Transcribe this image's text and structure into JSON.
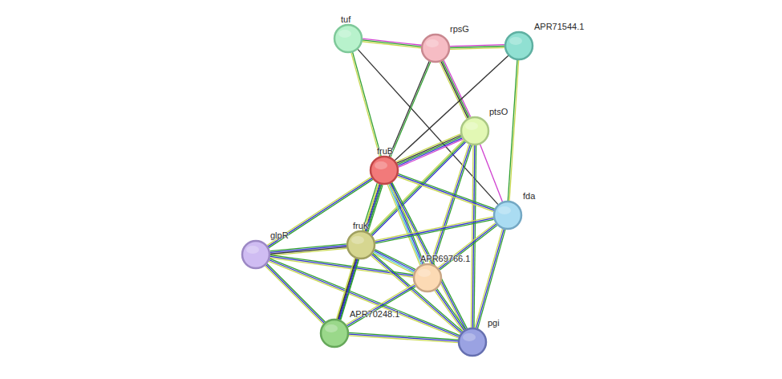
{
  "diagram": {
    "nodes": [
      {
        "text": [
          "tuf"
        ]
      },
      {
        "text": [
          "rpsG"
        ]
      },
      {
        "text": [
          "APR71544.1"
        ]
      },
      {
        "text": [
          "ptsO"
        ]
      },
      {
        "text": [
          "fruB"
        ]
      },
      {
        "text": [
          "fda"
        ]
      },
      {
        "text": [
          "fruK"
        ]
      },
      {
        "text": [
          "glpR"
        ]
      },
      {
        "text": [
          "APR69766.1"
        ]
      },
      {
        "text": [
          "APR70248.1"
        ]
      },
      {
        "text": [
          "pgi"
        ]
      }
    ],
    "edges": [
      {
        "from": 0,
        "to": 1,
        "arrow": "none"
      },
      {
        "from": 0,
        "to": 4,
        "arrow": "none"
      },
      {
        "from": 0,
        "to": 5,
        "arrow": "none"
      },
      {
        "from": 1,
        "to": 2,
        "arrow": "none"
      },
      {
        "from": 1,
        "to": 3,
        "arrow": "none"
      },
      {
        "from": 1,
        "to": 4,
        "arrow": "none"
      },
      {
        "from": 2,
        "to": 4,
        "arrow": "none"
      },
      {
        "from": 2,
        "to": 5,
        "arrow": "none"
      },
      {
        "from": 3,
        "to": 4,
        "arrow": "none"
      },
      {
        "from": 3,
        "to": 5,
        "arrow": "none"
      },
      {
        "from": 3,
        "to": 6,
        "arrow": "none"
      },
      {
        "from": 3,
        "to": 8,
        "arrow": "none"
      },
      {
        "from": 3,
        "to": 10,
        "arrow": "none"
      },
      {
        "from": 4,
        "to": 7,
        "arrow": "none"
      },
      {
        "from": 4,
        "to": 6,
        "arrow": "none"
      },
      {
        "from": 4,
        "to": 8,
        "arrow": "none"
      },
      {
        "from": 4,
        "to": 9,
        "arrow": "none"
      },
      {
        "from": 4,
        "to": 5,
        "arrow": "none"
      },
      {
        "from": 4,
        "to": 10,
        "arrow": "none"
      },
      {
        "from": 5,
        "to": 6,
        "arrow": "none"
      },
      {
        "from": 5,
        "to": 8,
        "arrow": "none"
      },
      {
        "from": 5,
        "to": 10,
        "arrow": "none"
      },
      {
        "from": 7,
        "to": 6,
        "arrow": "none"
      },
      {
        "from": 7,
        "to": 8,
        "arrow": "none"
      },
      {
        "from": 7,
        "to": 9,
        "arrow": "none"
      },
      {
        "from": 7,
        "to": 10,
        "arrow": "none"
      },
      {
        "from": 6,
        "to": 8,
        "arrow": "none"
      },
      {
        "from": 6,
        "to": 9,
        "arrow": "none"
      },
      {
        "from": 6,
        "to": 10,
        "arrow": "none"
      },
      {
        "from": 8,
        "to": 9,
        "arrow": "none"
      },
      {
        "from": 8,
        "to": 10,
        "arrow": "none"
      },
      {
        "from": 9,
        "to": 10,
        "arrow": "none"
      }
    ]
  }
}
